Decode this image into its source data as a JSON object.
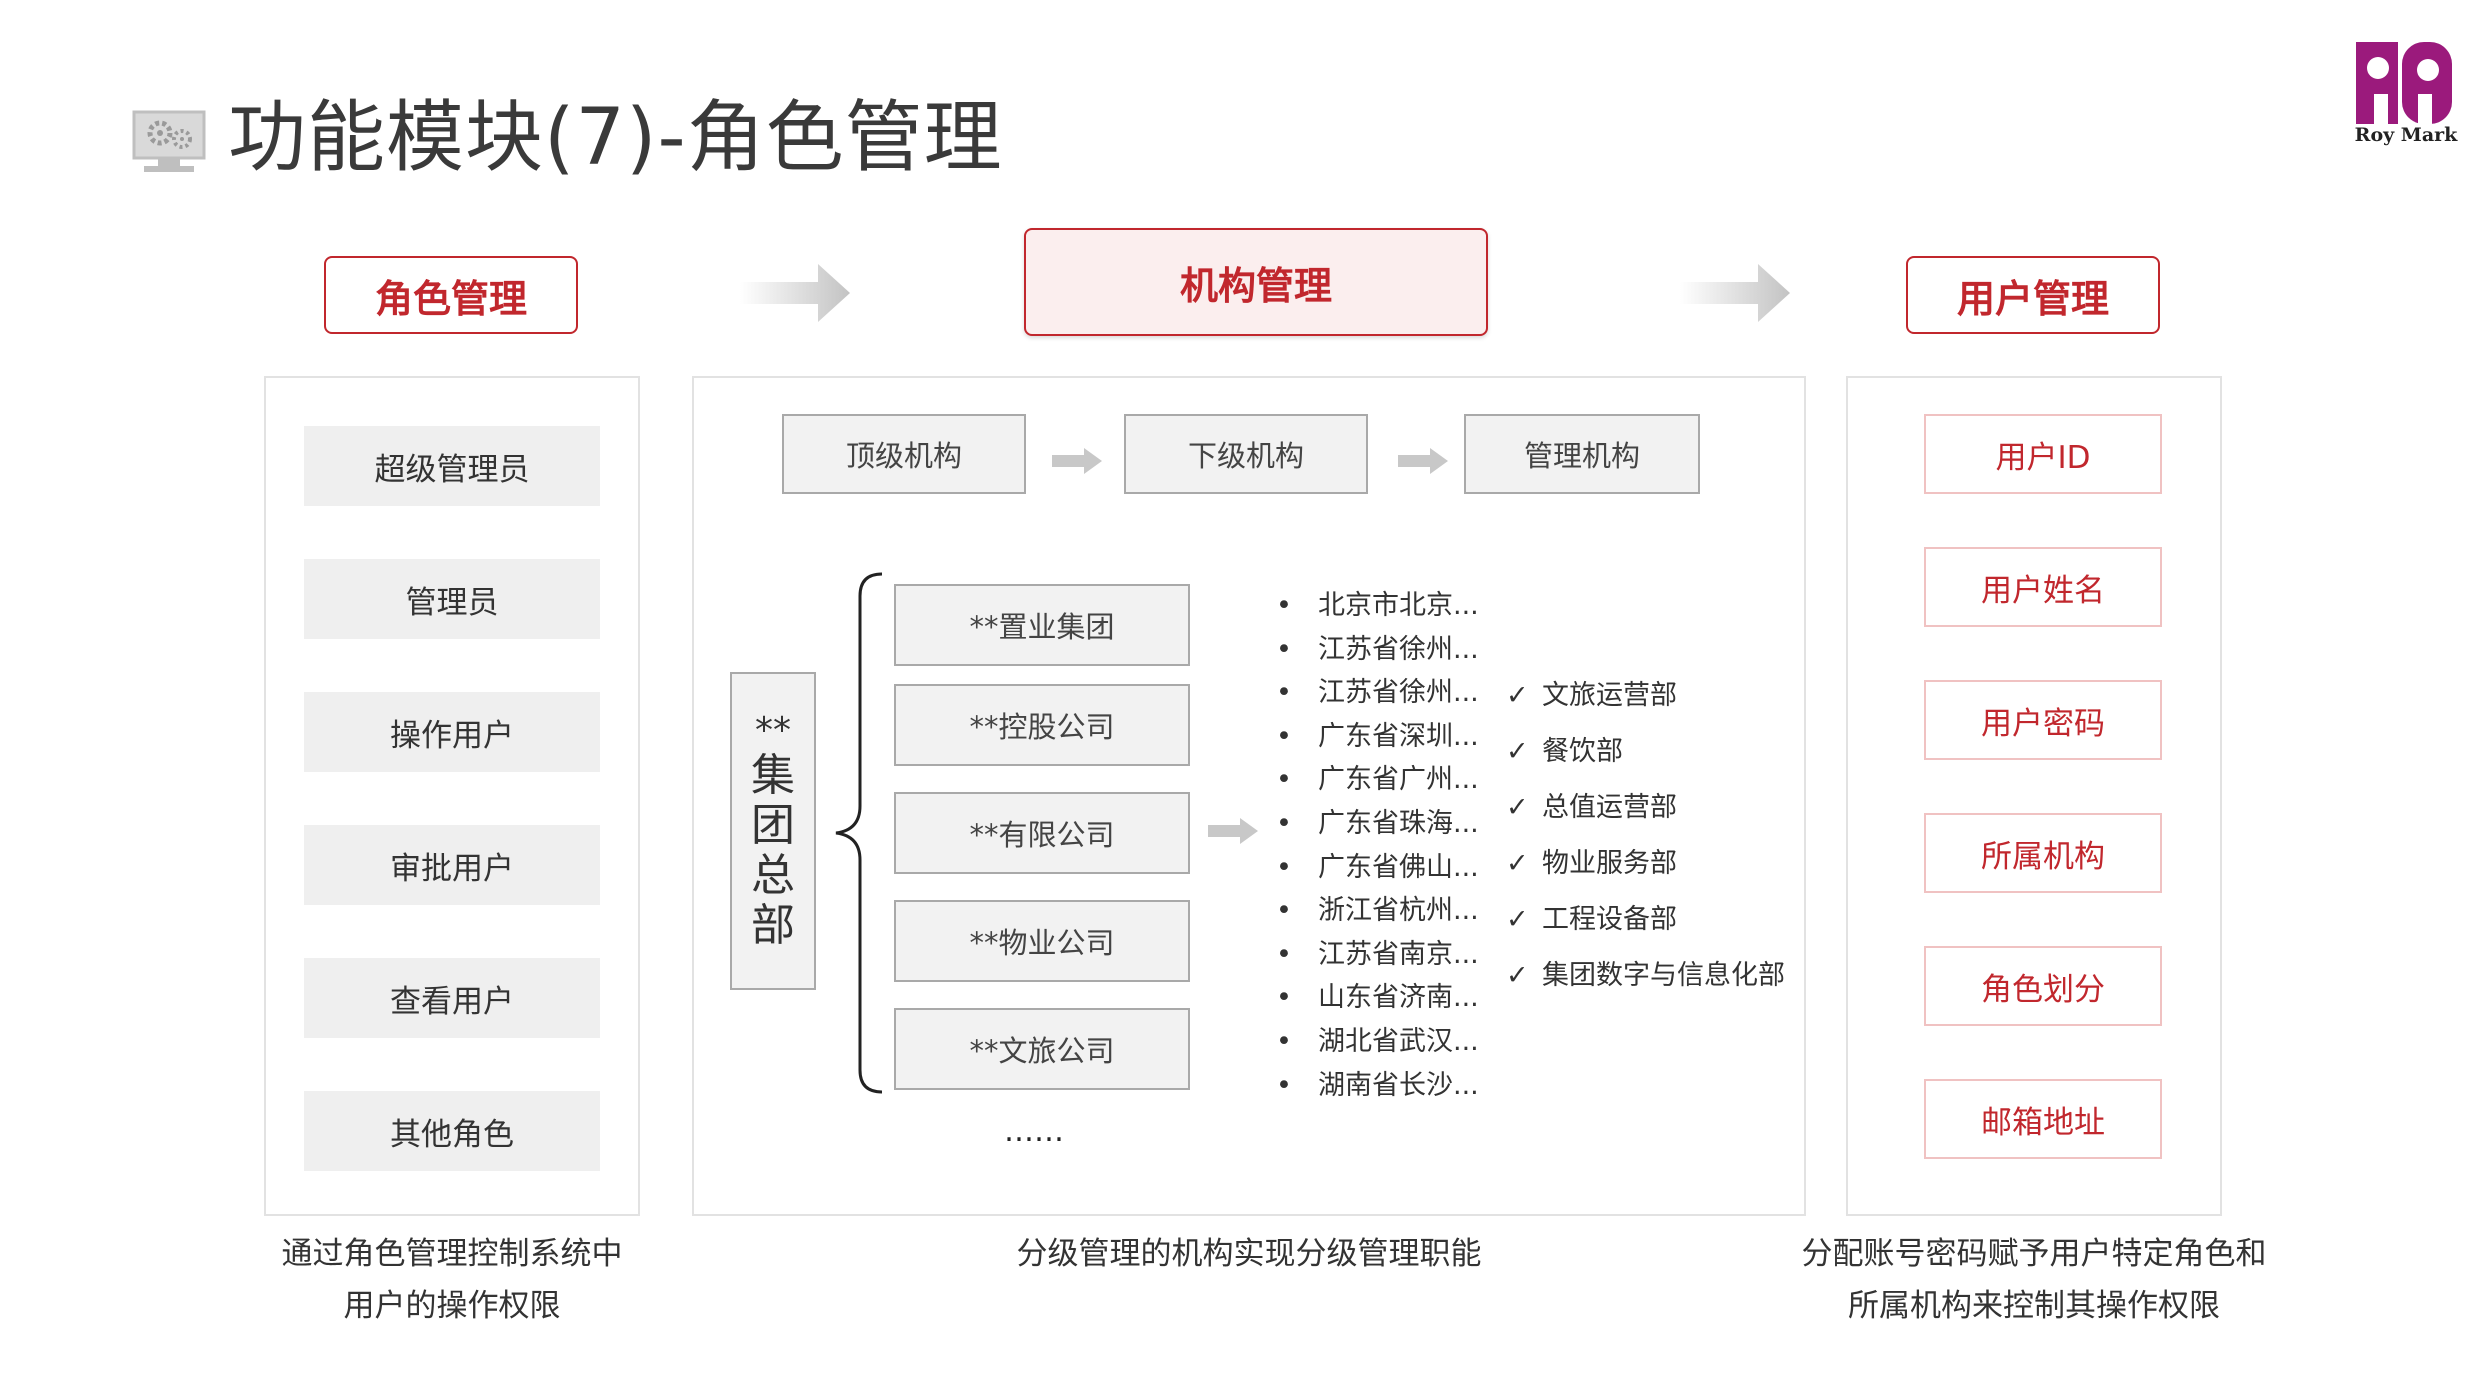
{
  "title": "功能模块(7)-角色管理",
  "logo": {
    "text": "Roy Mark",
    "color": "#9b1a7c"
  },
  "colors": {
    "accent": "#c1272d",
    "arrow": "#c8c8c8"
  },
  "columns": {
    "role": {
      "heading": "角色管理",
      "items": [
        "超级管理员",
        "管理员",
        "操作用户",
        "审批用户",
        "查看用户",
        "其他角色"
      ],
      "caption_lines": [
        "通过角色管理控制系统中",
        "用户的操作权限"
      ]
    },
    "org": {
      "heading": "机构管理",
      "flow": [
        "顶级机构",
        "下级机构",
        "管理机构"
      ],
      "hq": {
        "stars": "**",
        "chars": [
          "集",
          "团",
          "总",
          "部"
        ]
      },
      "companies": [
        "**置业集团",
        "**控股公司",
        "**有限公司",
        "**物业公司",
        "**文旅公司"
      ],
      "more": "……",
      "branches": [
        "北京市北京...",
        "江苏省徐州...",
        "江苏省徐州...",
        "广东省深圳...",
        "广东省广州...",
        "广东省珠海...",
        "广东省佛山...",
        "浙江省杭州...",
        "江苏省南京...",
        "山东省济南...",
        "湖北省武汉...",
        "湖南省长沙..."
      ],
      "departments": [
        "文旅运营部",
        "餐饮部",
        "总值运营部",
        "物业服务部",
        "工程设备部",
        "集团数字与信息化部"
      ],
      "caption": "分级管理的机构实现分级管理职能"
    },
    "user": {
      "heading": "用户管理",
      "fields": [
        "用户ID",
        "用户姓名",
        "用户密码",
        "所属机构",
        "角色划分",
        "邮箱地址"
      ],
      "caption_lines": [
        "分配账号密码赋予用户特定角色和",
        "所属机构来控制其操作权限"
      ]
    }
  },
  "icons": {
    "title_icon": "monitor-gears-icon",
    "bullet": "•",
    "check": "✓"
  }
}
